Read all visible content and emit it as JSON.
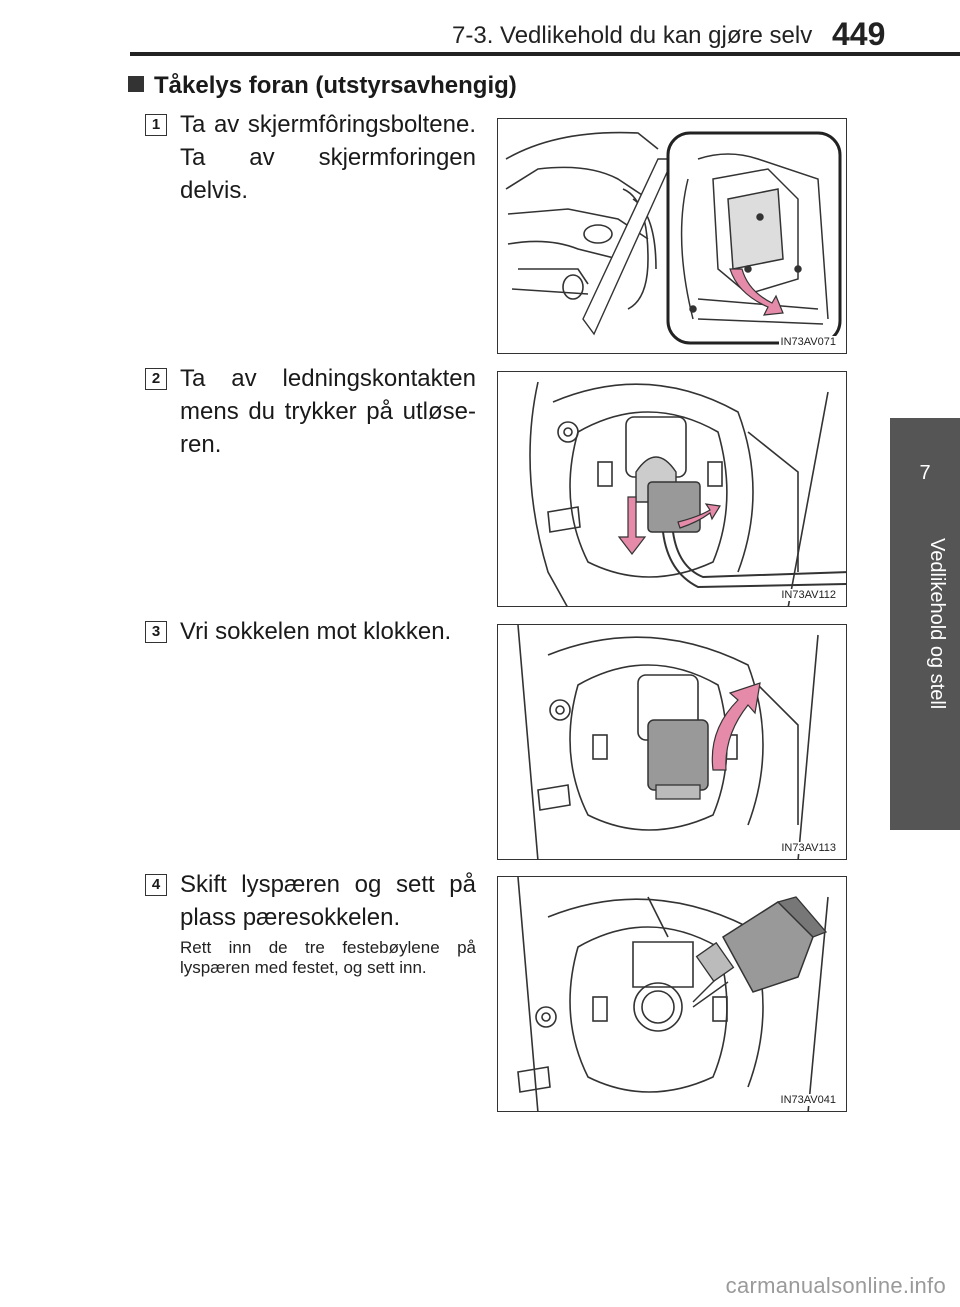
{
  "header": {
    "title": "7-3. Vedlikehold du kan gjøre selv",
    "page_number": "449"
  },
  "side_tab": {
    "number": "7",
    "label": "Vedlikehold og stell"
  },
  "section": {
    "heading": "Tåkelys foran (utstyrsavhengig)"
  },
  "steps": [
    {
      "number": "1",
      "text": "Ta av skjermfôringsboltene. Ta av skjermforingen delvis.",
      "figure_code": "IN73AV071"
    },
    {
      "number": "2",
      "text": "Ta av ledningskontakten mens du trykker på utløse-ren.",
      "figure_code": "IN73AV112"
    },
    {
      "number": "3",
      "text": "Vri sokkelen mot klokken.",
      "figure_code": "IN73AV113"
    },
    {
      "number": "4",
      "text": "Skift lyspæren og sett på plass pæresokkelen.",
      "note": "Rett inn de tre festebøylene på lyspæren med festet, og sett inn.",
      "figure_code": "IN73AV041"
    }
  ],
  "colors": {
    "arrow_accent": "#e58aa8",
    "tab_background": "#555555"
  },
  "watermark": "carmanualsonline.info"
}
